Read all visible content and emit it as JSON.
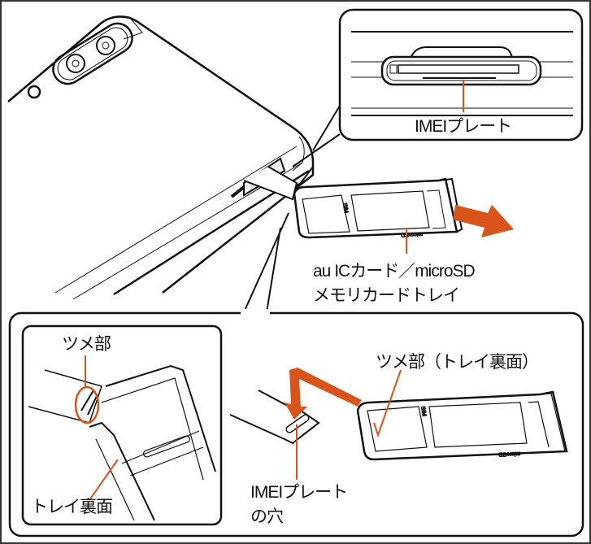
{
  "labels": {
    "imei_plate": "IMEIプレート",
    "tray_line1": "au ICカード／microSD",
    "tray_line2": "メモリカードトレイ",
    "claw": "ツメ部",
    "tray_back": "トレイ裏面",
    "claw_tray_back": "ツメ部（トレイ裏面）",
    "imei_hole_line1": "IMEIプレート",
    "imei_hole_line2": "の穴"
  },
  "tray_marks": {
    "sim": "SIM",
    "microsd": "microSD"
  },
  "colors": {
    "accent": "#d9541a",
    "line": "#111111",
    "frame": "#333333"
  }
}
